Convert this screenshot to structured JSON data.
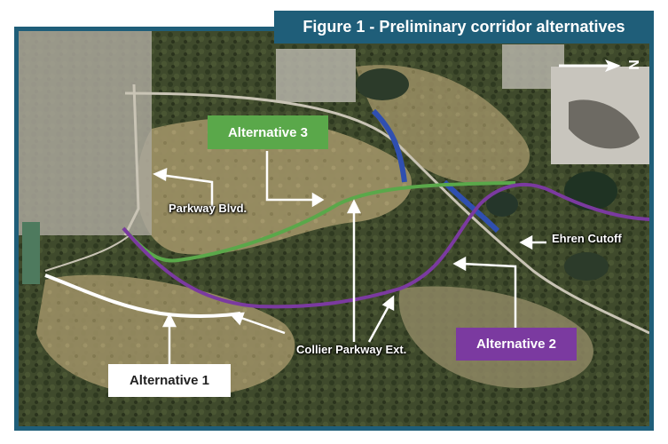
{
  "figure": {
    "title": "Figure 1 - Preliminary corridor alternatives"
  },
  "labels": {
    "alt3": "Alternative 3",
    "alt1": "Alternative 1",
    "alt2": "Alternative 2",
    "parkway_blvd": "Parkway Blvd.",
    "ehren_cutoff": "Ehren Cutoff",
    "collier_ext": "Collier Parkway Ext."
  },
  "north_arrow": {
    "letter": "N"
  },
  "colors": {
    "frame": "#1f5e79",
    "alt1": "#ffffff",
    "alt2": "#7b3aa0",
    "alt3": "#5aa84a",
    "existing_road": "#2f4fb0"
  }
}
